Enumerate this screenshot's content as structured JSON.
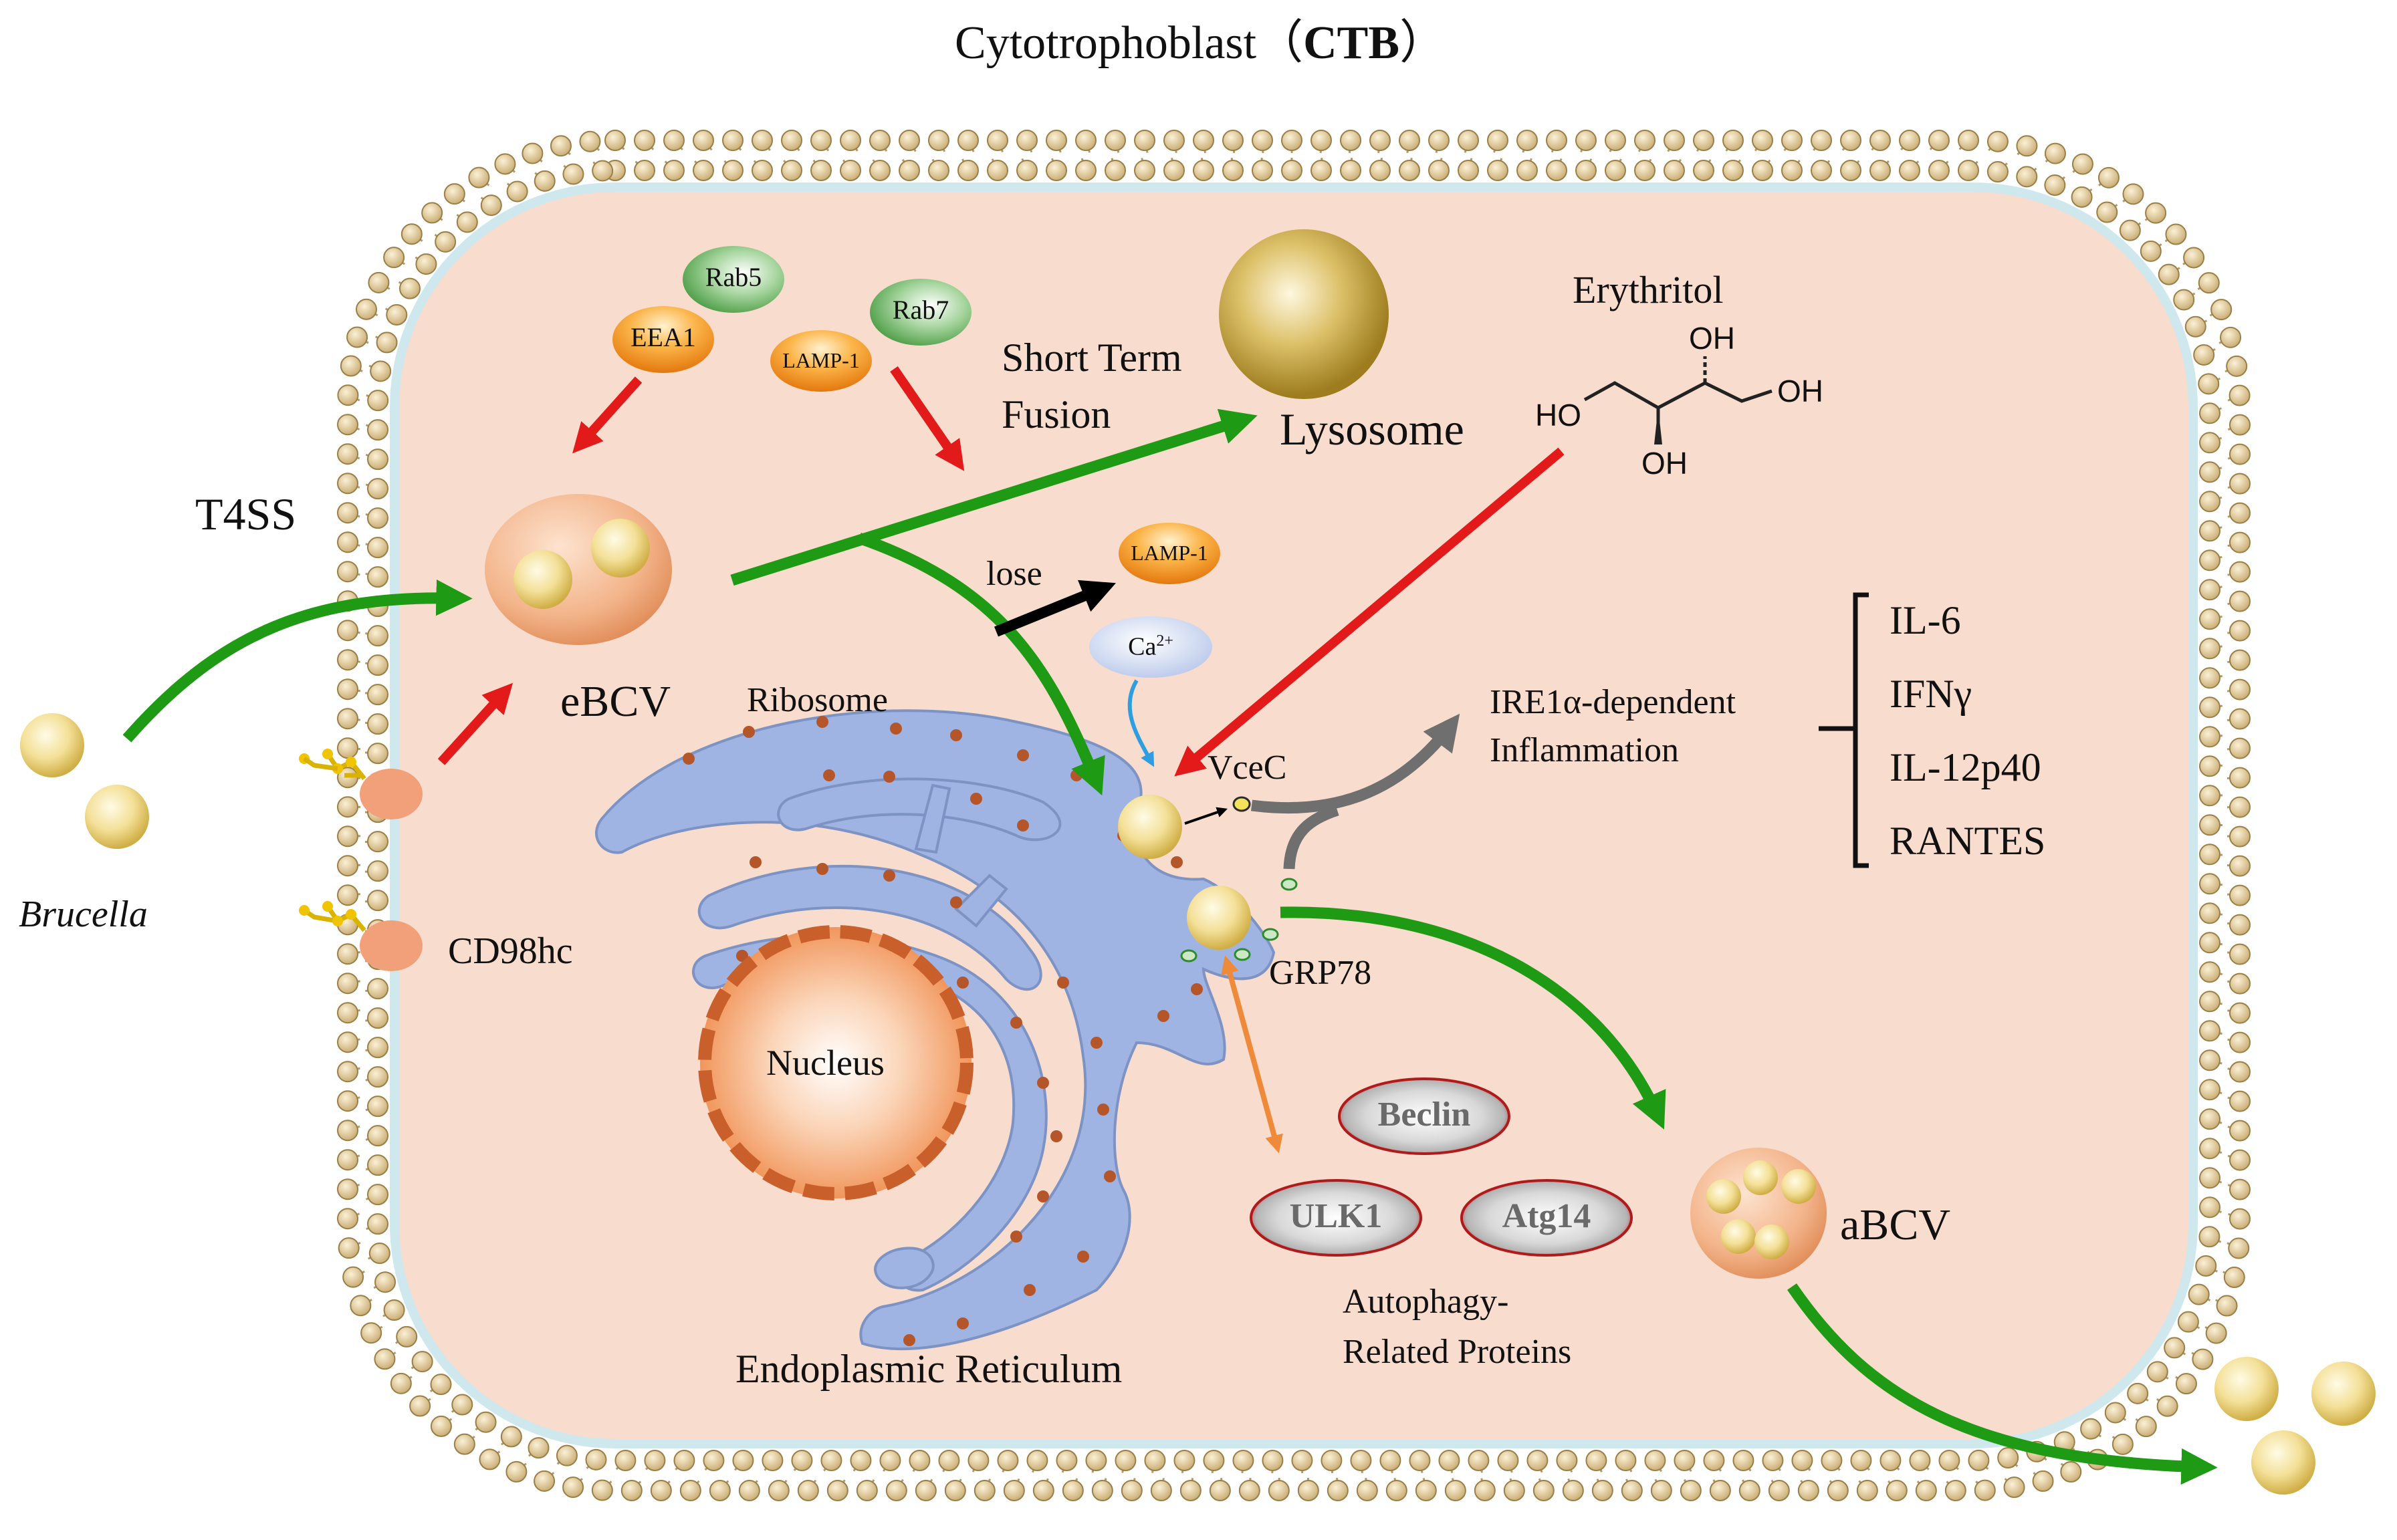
{
  "title": {
    "prefix": "Cytotrophoblast（",
    "bold": "CTB",
    "suffix": "）"
  },
  "labels": {
    "t4ss": "T4SS",
    "brucella": "Brucella",
    "cd98hc": "CD98hc",
    "ebcv": "eBCV",
    "abcv": "aBCV",
    "ribosome": "Ribosome",
    "nucleus": "Nucleus",
    "er": "Endoplasmic Reticulum",
    "short_term": "Short Term",
    "fusion": "Fusion",
    "lysosome": "Lysosome",
    "lose": "lose",
    "erythritol": "Erythritol",
    "vcec": "VceC",
    "grp78": "GRP78",
    "ire1a_line1": "IRE1α-dependent",
    "ire1a_line2": "Inflammation",
    "autophagy_line1": "Autophagy-",
    "autophagy_line2": "Related Proteins"
  },
  "molecule": {
    "oh_top": "OH",
    "ho_left": "HO",
    "oh_right": "OH",
    "oh_bottom": "OH"
  },
  "markers": {
    "rab5": "Rab5",
    "eea1": "EEA1",
    "rab7": "Rab7",
    "lamp1": "LAMP-1",
    "lamp1_lost": "LAMP-1",
    "ca": "Ca",
    "ca_sup": "2+"
  },
  "cytokines": [
    "IL-6",
    "IFNγ",
    "IL-12p40",
    "RANTES"
  ],
  "autophagy_proteins": {
    "beclin": "Beclin",
    "ulk1": "ULK1",
    "atg14": "Atg14"
  },
  "colors": {
    "cytoplasm": "#f8dccd",
    "membrane_head": "#d2b98a",
    "er": "#9fb4e2",
    "nucleus": "#ef8a4a",
    "green_arrow": "#1f9a14",
    "red_arrow": "#e31a1a",
    "gray_arrow": "#6f6f6f",
    "orange_arrow": "#ef8a3a",
    "black_arrow": "#000000",
    "blue_arrow": "#2f9ee0"
  }
}
